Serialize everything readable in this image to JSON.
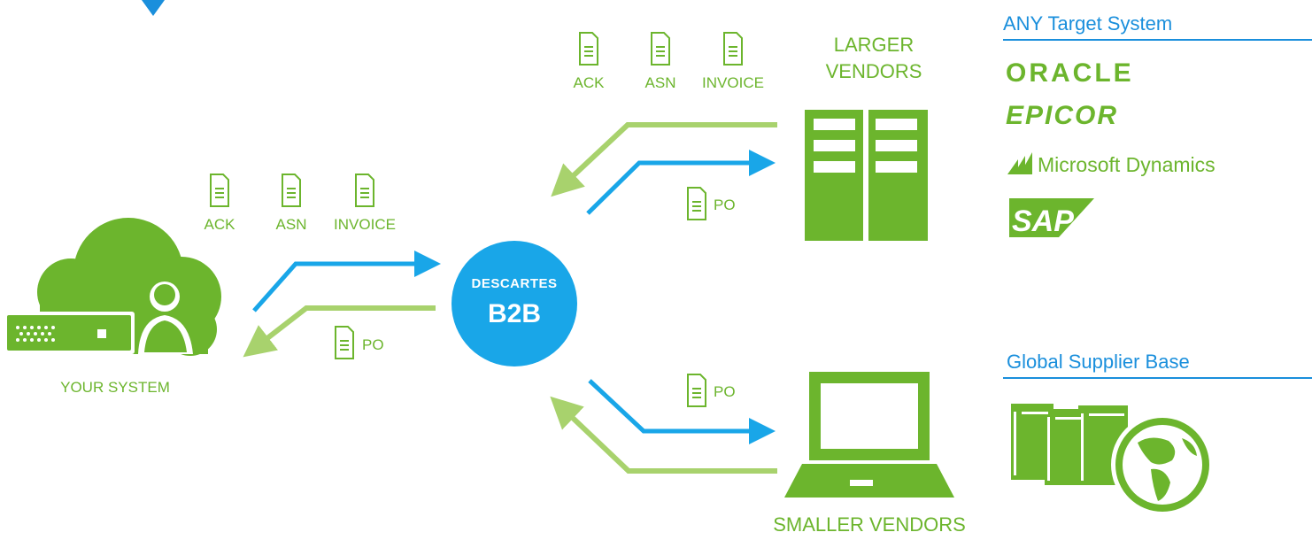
{
  "hub": {
    "line1": "DESCARTES",
    "line2": "B2B"
  },
  "your_system": {
    "label": "YOUR SYSTEM"
  },
  "larger_vendors": {
    "line1": "LARGER",
    "line2": "VENDORS"
  },
  "smaller_vendors": {
    "label": "SMALLER VENDORS"
  },
  "docs": {
    "ack": "ACK",
    "asn": "ASN",
    "invoice": "INVOICE",
    "po": "PO"
  },
  "target": {
    "heading": "ANY Target System",
    "logos": [
      "ORACLE",
      "EPICOR",
      "Microsoft Dynamics",
      "SAP"
    ]
  },
  "supplier": {
    "heading": "Global Supplier Base"
  },
  "colors": {
    "green": "#6cb52d",
    "light_green": "#a8d26d",
    "blue": "#1a8fdc",
    "arrow_blue": "#19a6e8"
  }
}
